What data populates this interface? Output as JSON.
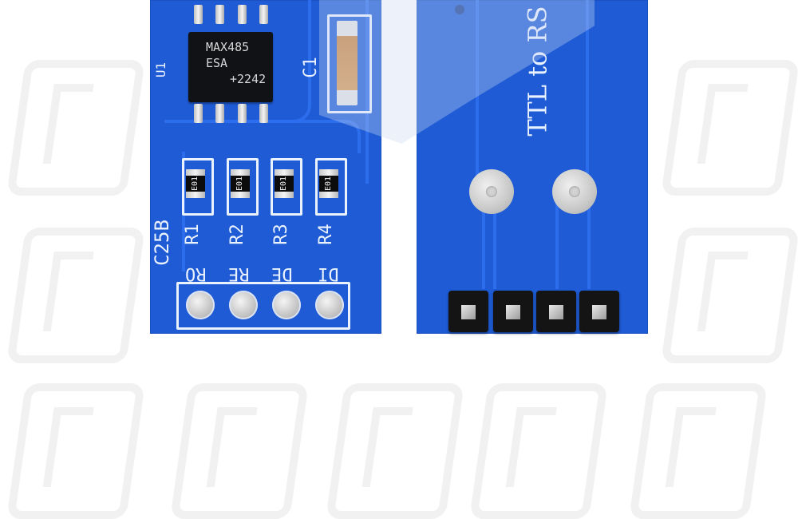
{
  "chip": {
    "line1": "MAX485",
    "line2": "ESA",
    "line3": "+2242"
  },
  "labels": {
    "u1": "U1",
    "c1": "C1",
    "board_code": "C25B",
    "board2_text": "TTL to RS"
  },
  "resistors": [
    {
      "label": "R1",
      "code": "E01"
    },
    {
      "label": "R2",
      "code": "E01"
    },
    {
      "label": "R3",
      "code": "E01"
    },
    {
      "label": "R4",
      "code": "E01"
    }
  ],
  "pins": [
    "RO",
    "RE",
    "DE",
    "DI"
  ],
  "colors": {
    "pcb": "#1e5bd4",
    "silkscreen": "#eaf2ff",
    "chip": "#111216"
  }
}
